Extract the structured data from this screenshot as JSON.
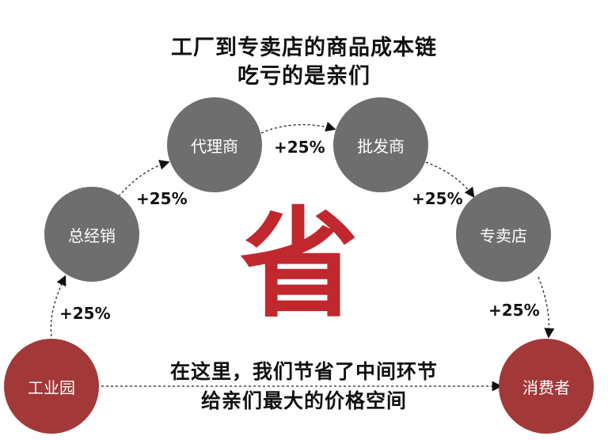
{
  "title": {
    "line1": "工厂到专卖店的商品成本链",
    "line2": "吃亏的是亲们"
  },
  "nodes": {
    "factory": "工业园",
    "distributor": "总经销",
    "agent": "代理商",
    "wholesaler": "批发商",
    "store": "专卖店",
    "consumer": "消费者"
  },
  "markups": {
    "factory_to_distributor": "+25%",
    "distributor_to_agent": "+25%",
    "agent_to_wholesaler": "+25%",
    "wholesaler_to_store": "+25%",
    "store_to_consumer": "+25%"
  },
  "center_char": "省",
  "bottom": {
    "line1": "在这里，我们节省了中间环节",
    "line2": "给亲们最大的价格空间"
  },
  "colors": {
    "grey_node": "#6e6e6e",
    "red_node": "#a33838",
    "center_char": "#c0282d"
  }
}
